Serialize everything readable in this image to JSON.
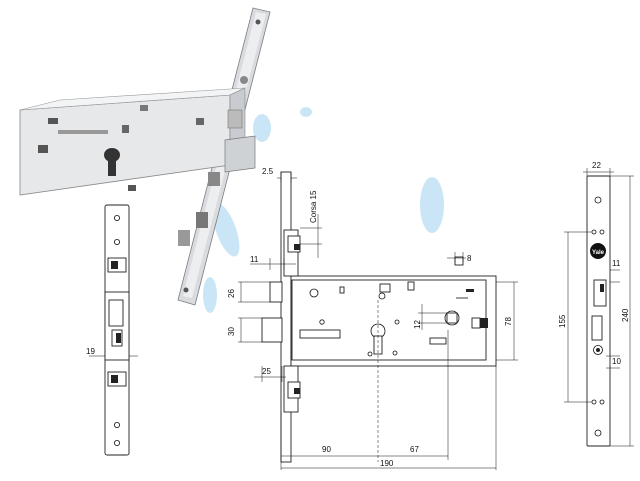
{
  "drawing": {
    "dimensions": {
      "d_2_5": "2.5",
      "d_corsa": "Corsa 15",
      "d_11_left": "11",
      "d_26": "26",
      "d_30": "30",
      "d_19": "19",
      "d_25": "25",
      "d_90": "90",
      "d_67": "67",
      "d_190": "190",
      "d_8": "8",
      "d_12": "12",
      "d_78": "78",
      "d_22": "22",
      "d_11_right": "11",
      "d_155": "155",
      "d_240": "240",
      "d_10": "10"
    },
    "logo": "Yale"
  }
}
